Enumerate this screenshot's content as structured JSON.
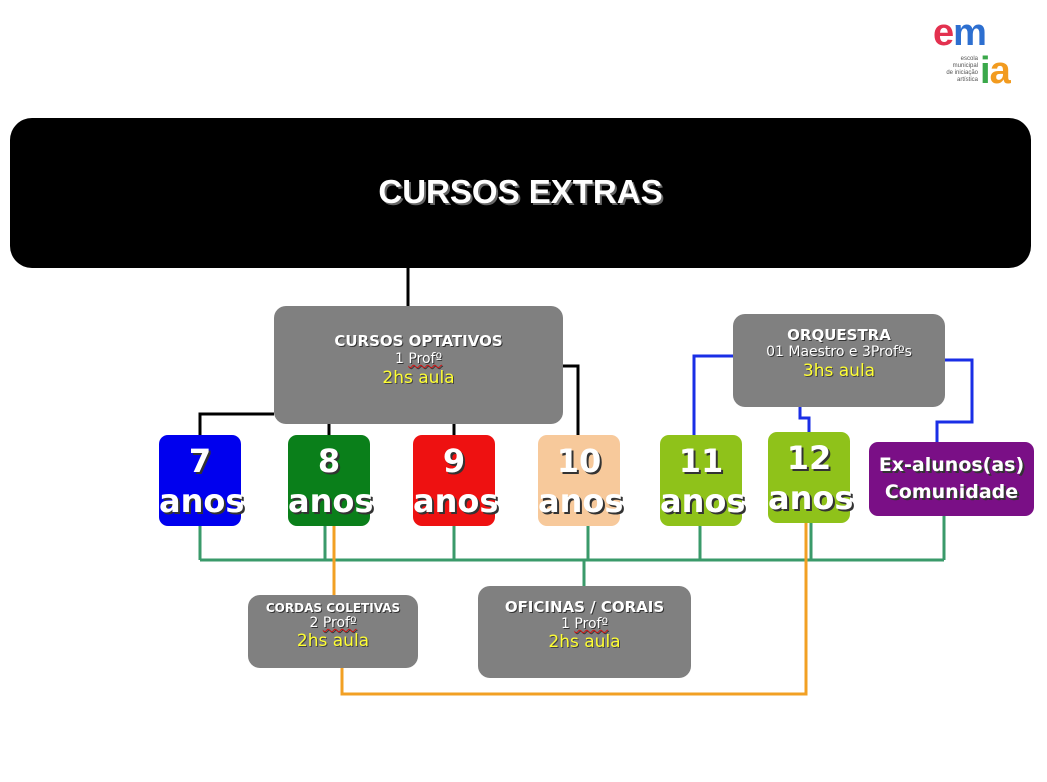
{
  "logo": {
    "letters_em": [
      "e",
      "m"
    ],
    "letters_ia": [
      "i",
      "a"
    ],
    "lines": [
      "escola",
      "municipal",
      "de iniciação",
      "artística"
    ]
  },
  "header": {
    "title": "CURSOS EXTRAS"
  },
  "optativos": {
    "title": "CURSOS OPTATIVOS",
    "teachers_num": "1",
    "teachers_word": "Profº",
    "hours": "2hs aula"
  },
  "orquestra": {
    "title": "ORQUESTRA",
    "teachers": "01 Maestro e 3Profºs",
    "hours": "3hs aula"
  },
  "cordas": {
    "title": "CORDAS COLETIVAS",
    "teachers_num": "2",
    "teachers_word": "Profº",
    "hours": "2hs aula"
  },
  "oficinas": {
    "title": "OFICINAS / CORAIS",
    "teachers_num": "1",
    "teachers_word": "Profº",
    "hours": "2hs aula"
  },
  "ages": [
    {
      "num": "7",
      "word": "anos"
    },
    {
      "num": "8",
      "word": "anos"
    },
    {
      "num": "9",
      "word": "anos"
    },
    {
      "num": "10",
      "word": "anos"
    },
    {
      "num": "11",
      "word": "anos"
    },
    {
      "num": "12",
      "word": "anos"
    }
  ],
  "community": {
    "line1": "Ex-alunos(as)",
    "line2": "Comunidade"
  },
  "colors": {
    "header": "#000000",
    "info_box": "#808080",
    "hours_text": "#ffff33",
    "age7": "#0000ee",
    "age8": "#0a7f1a",
    "age9": "#ee1111",
    "age10": "#f7c99b",
    "age11": "#8fc21a",
    "age12": "#8fc21a",
    "community": "#7a0f86",
    "line_black": "#000000",
    "line_blue": "#1a2ee6",
    "line_green": "#3a9a6a",
    "line_orange": "#f2a024"
  }
}
